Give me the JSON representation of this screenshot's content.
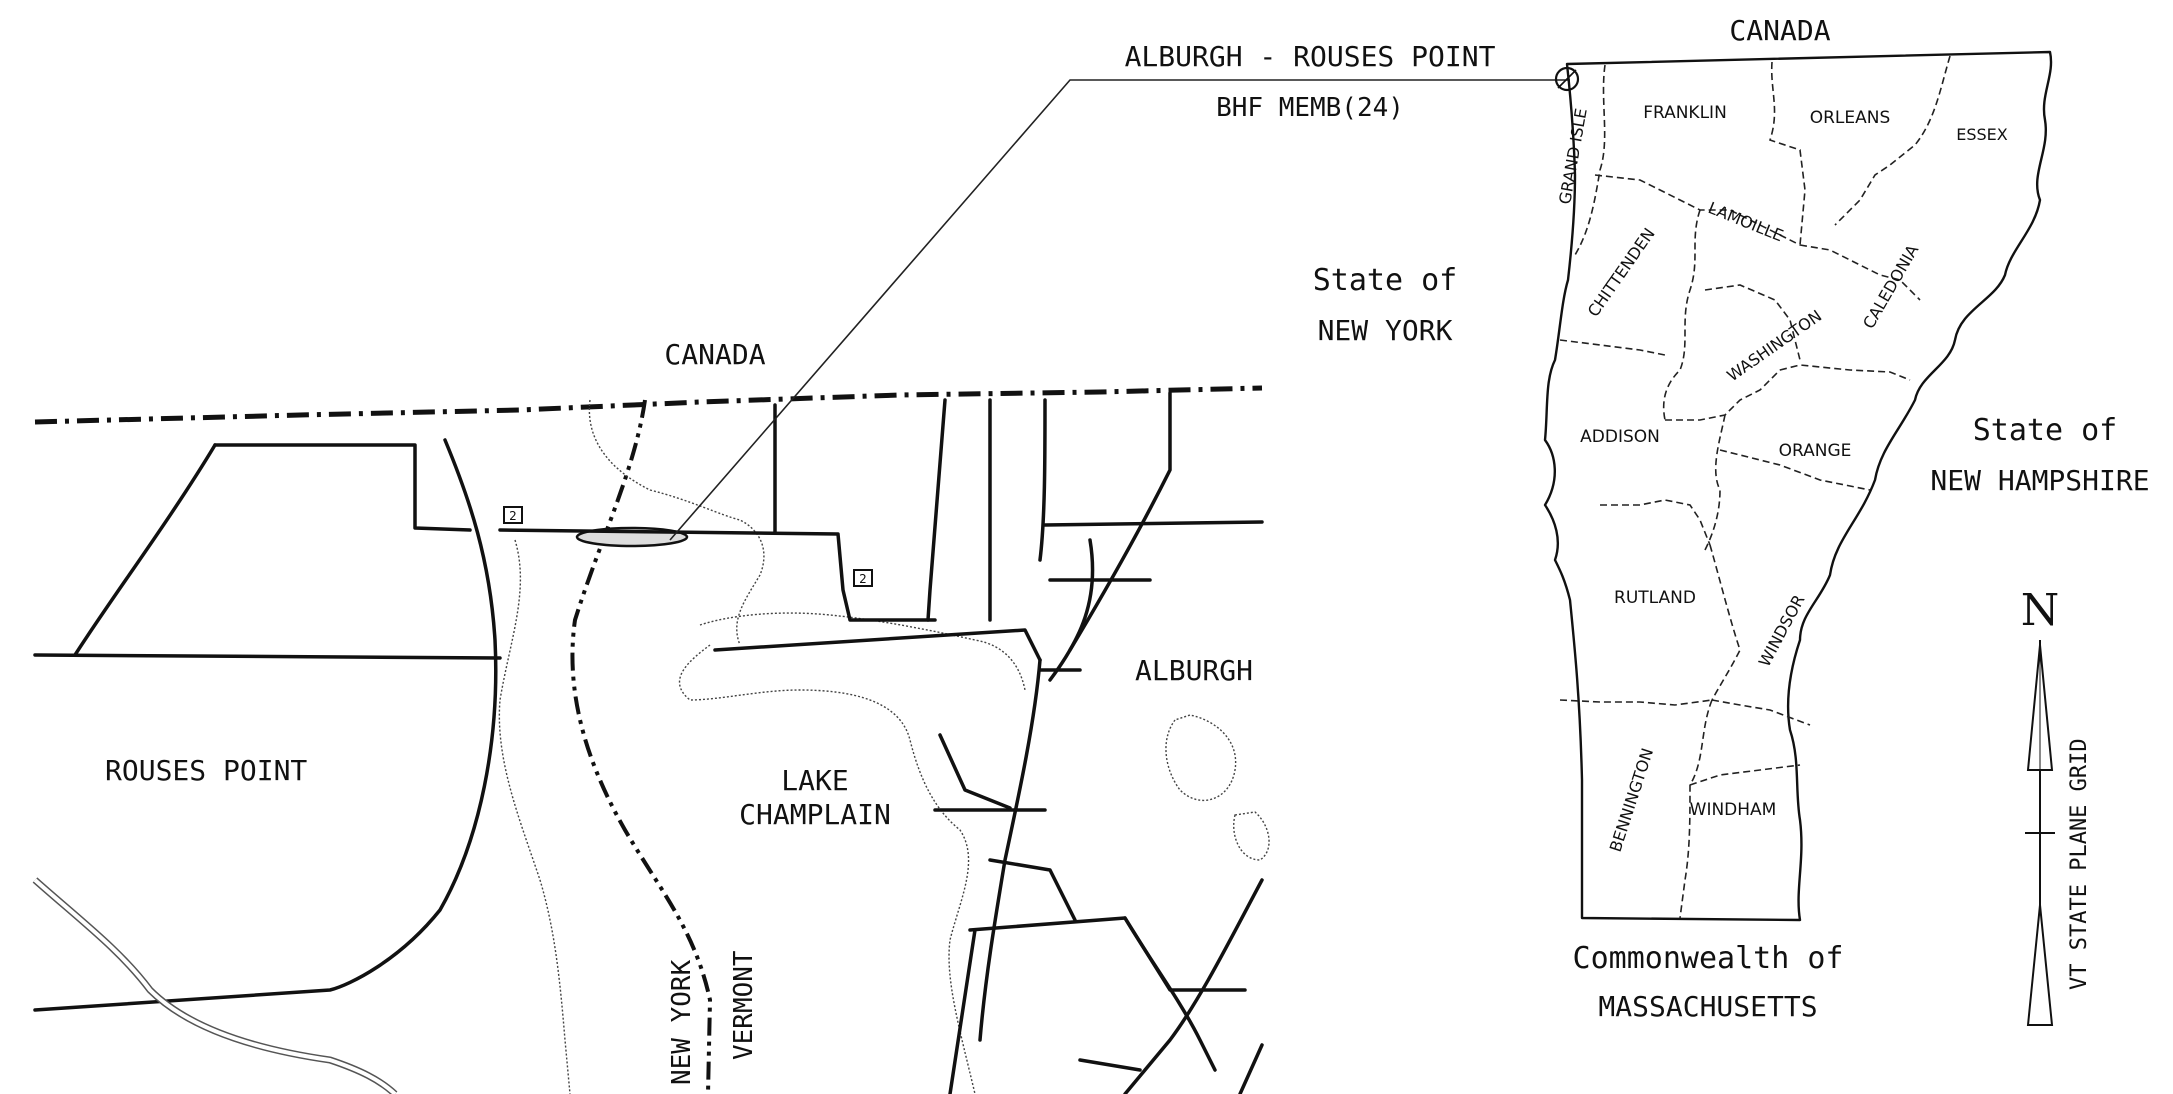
{
  "callout": {
    "line1": "ALBURGH - ROUSES POINT",
    "line2": "BHF MEMB(24)"
  },
  "inset": {
    "canada": "CANADA",
    "rouses_point": "ROUSES POINT",
    "alburgh": "ALBURGH",
    "lake_line1": "LAKE",
    "lake_line2": "CHAMPLAIN",
    "new_york": "NEW YORK",
    "vermont": "VERMONT",
    "route_shield": "2"
  },
  "state_map": {
    "canada": "CANADA",
    "new_york_line1": "State of",
    "new_york_line2": "NEW YORK",
    "new_hampshire_line1": "State of",
    "new_hampshire_line2": "NEW HAMPSHIRE",
    "massachusetts_line1": "Commonwealth of",
    "massachusetts_line2": "MASSACHUSETTS",
    "counties": {
      "grand_isle": "GRAND ISLE",
      "franklin": "FRANKLIN",
      "orleans": "ORLEANS",
      "essex": "ESSEX",
      "lamoille": "LAMOILLE",
      "chittenden": "CHITTENDEN",
      "caledonia": "CALEDONIA",
      "washington": "WASHINGTON",
      "addison": "ADDISON",
      "orange": "ORANGE",
      "rutland": "RUTLAND",
      "windsor": "WINDSOR",
      "bennington": "BENNINGTON",
      "windham": "WINDHAM"
    }
  },
  "north_arrow": {
    "letter": "N",
    "grid_label": "VT STATE PLANE GRID"
  }
}
